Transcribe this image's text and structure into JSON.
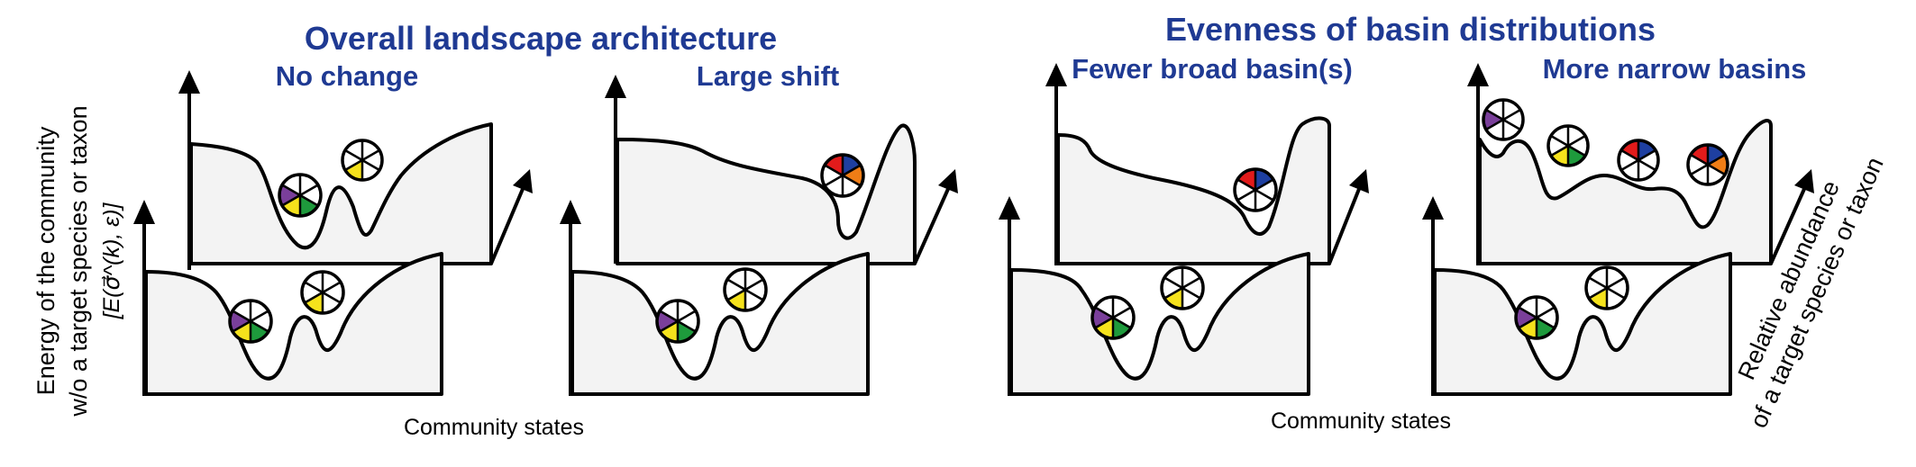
{
  "headings": {
    "left_title": "Overall landscape architecture",
    "right_title": "Evenness of basin distributions",
    "no_change": "No change",
    "large_shift": "Large shift",
    "fewer_broad": "Fewer broad basin(s)",
    "more_narrow": "More narrow basins"
  },
  "axes": {
    "y_label_line1": "Energy of the community",
    "y_label_line2": "w/o a target species or taxon",
    "y_label_line3": "[E(σ⃗^(k), ε)]",
    "x_label_left": "Community states",
    "x_label_right": "Community states",
    "z_label_line1": "Relative abundance",
    "z_label_line2": "of a target species or taxon"
  },
  "colors": {
    "title": "#1f3a93",
    "panel_fill": "#f3f3f3",
    "purple": "#7a3f9a",
    "yellow": "#f5e21c",
    "green": "#1e9a3c",
    "red": "#e21b1b",
    "blue": "#1e3fa0",
    "orange": "#ef7d16"
  },
  "wheels": {
    "no_change_back": [
      "white",
      "white",
      "white",
      "yellow",
      "white",
      "white"
    ],
    "purple_yellow_green": [
      "white",
      "white",
      "green",
      "yellow",
      "purple",
      "white"
    ],
    "yellow_only": [
      "white",
      "white",
      "white",
      "yellow",
      "white",
      "white"
    ],
    "red_blue_orange": [
      "blue",
      "orange",
      "white",
      "white",
      "white",
      "red"
    ],
    "red_blue": [
      "blue",
      "white",
      "white",
      "white",
      "white",
      "red"
    ],
    "purple_only": [
      "white",
      "white",
      "white",
      "white",
      "purple",
      "white"
    ],
    "yellow_green": [
      "white",
      "white",
      "green",
      "yellow",
      "white",
      "white"
    ]
  }
}
